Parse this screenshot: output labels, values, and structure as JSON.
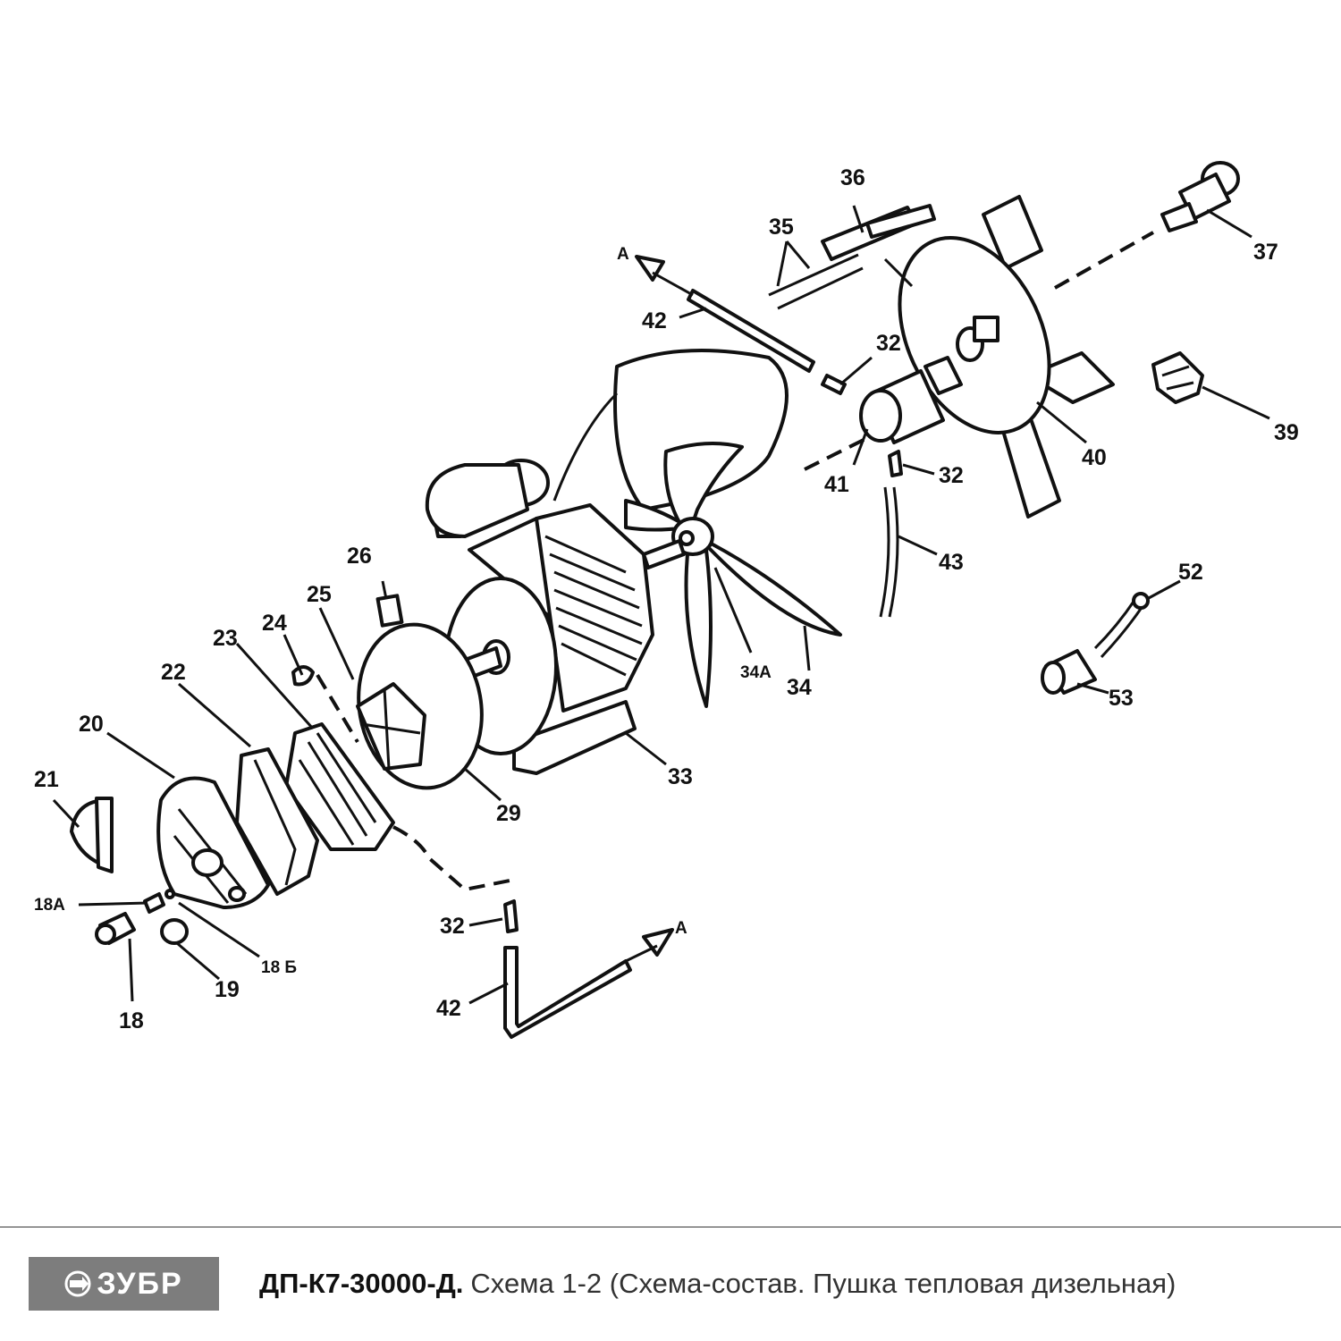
{
  "diagram": {
    "labels": {
      "l18": "18",
      "l18A": "18А",
      "l18B": "18 Б",
      "l19": "19",
      "l20": "20",
      "l21": "21",
      "l22": "22",
      "l23": "23",
      "l24": "24",
      "l25": "25",
      "l26": "26",
      "l29": "29",
      "l32a": "32",
      "l32b": "32",
      "l32c": "32",
      "l33": "33",
      "l34": "34",
      "l34A": "34А",
      "l35": "35",
      "l36": "36",
      "l37": "37",
      "l39": "39",
      "l40": "40",
      "l41": "41",
      "l42a": "42",
      "l42b": "42",
      "l43": "43",
      "l52": "52",
      "l53": "53",
      "arrowA1": "A",
      "arrowA2": "A"
    }
  },
  "footer": {
    "logo_text": "ЗУБР",
    "model": "ДП-К7-30000-Д.",
    "description": "Схема 1-2 (Схема-состав. Пушка тепловая дизельная)"
  }
}
